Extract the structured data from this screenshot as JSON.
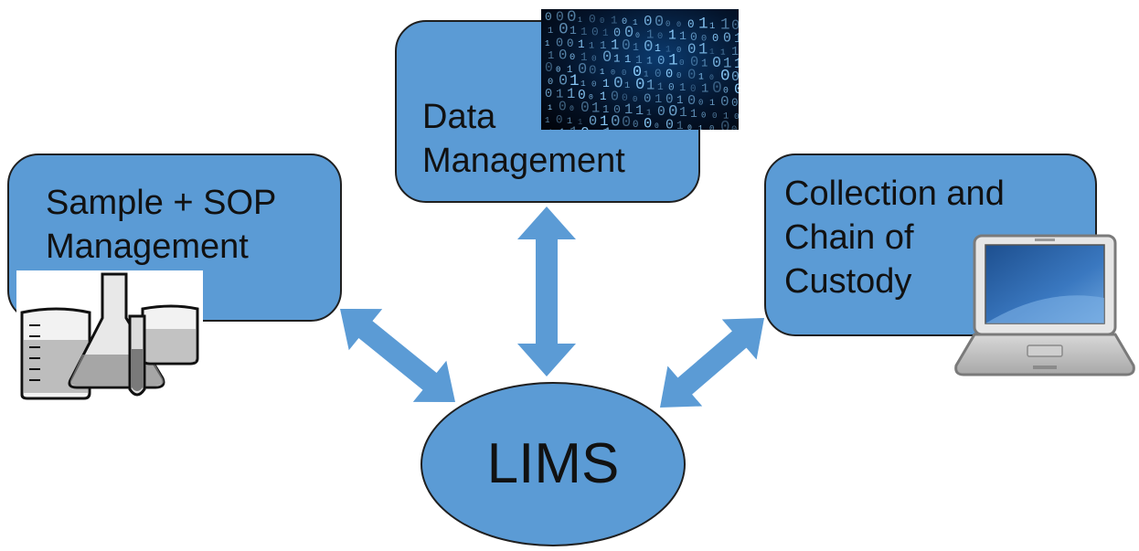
{
  "diagram": {
    "center": {
      "label": "LIMS"
    },
    "nodes": [
      {
        "id": "data",
        "label": "Data\nManagement",
        "image": "binary-code-image"
      },
      {
        "id": "sample",
        "label": "Sample + SOP\nManagement",
        "image": "lab-glassware-image"
      },
      {
        "id": "collection",
        "label": "Collection and\nChain of\nCustody",
        "image": "laptop-image"
      }
    ],
    "edges": [
      {
        "from": "data",
        "to": "LIMS",
        "direction": "bidirectional"
      },
      {
        "from": "sample",
        "to": "LIMS",
        "direction": "bidirectional"
      },
      {
        "from": "collection",
        "to": "LIMS",
        "direction": "bidirectional"
      }
    ],
    "colors": {
      "node_fill": "#5b9bd5",
      "arrow_fill": "#5b9bd5",
      "border": "#1f1f1f"
    }
  }
}
